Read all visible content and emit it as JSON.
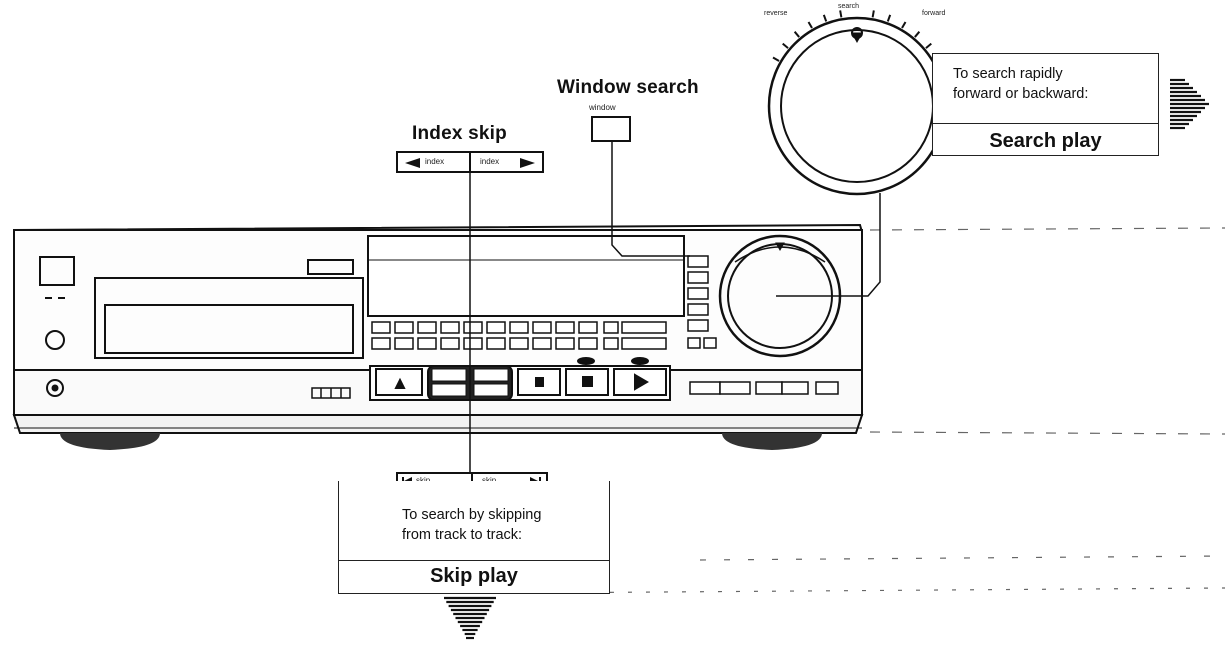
{
  "labels": {
    "window_search_heading": "Window search",
    "window_button_label": "window",
    "index_skip_heading": "Index skip",
    "index_left_button": "index",
    "index_right_button": "index",
    "dial_label_reverse": "reverse",
    "dial_label_search": "search",
    "dial_label_forward": "forward",
    "skip_left_button": "skip",
    "skip_right_button": "skip"
  },
  "search_callout": {
    "line1": "To search rapidly",
    "line2": "forward or backward:",
    "title": "Search play"
  },
  "skip_callout": {
    "line1": "To search by skipping",
    "line2": "from track to track:",
    "title": "Skip play"
  },
  "colors": {
    "ink": "#111111",
    "background": "#ffffff",
    "panel": "#f4f4f4"
  }
}
